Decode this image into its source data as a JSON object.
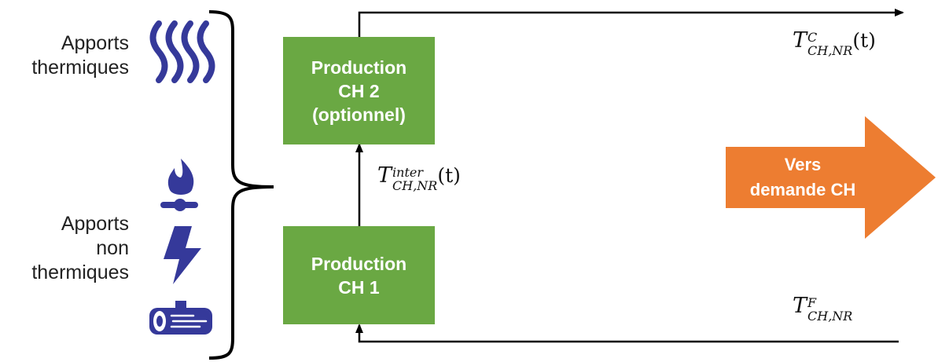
{
  "inputs": {
    "thermal_label_l1": "Apports",
    "thermal_label_l2": "thermiques",
    "nonthermal_label_l1": "Apports",
    "nonthermal_label_l2": "non",
    "nonthermal_label_l3": "thermiques"
  },
  "boxes": {
    "prod2": {
      "l1": "Production",
      "l2": "CH 2",
      "l3": "(optionnel)"
    },
    "prod1": {
      "l1": "Production",
      "l2": "CH 1"
    }
  },
  "temps": {
    "hot": {
      "T": "T",
      "sup": "C",
      "sub": "CH,NR",
      "arg": "(t)"
    },
    "inter": {
      "T": "T",
      "sup": "inter",
      "sub": "CH,NR",
      "arg": "(t)"
    },
    "cold": {
      "T": "T",
      "sup": "F",
      "sub": "CH,NR"
    }
  },
  "output": {
    "l1": "Vers",
    "l2": "demande CH"
  },
  "icons": [
    "heat-waves-icon",
    "gas-flame-icon",
    "lightning-icon",
    "wood-log-icon"
  ],
  "colors": {
    "box": "#6aa843",
    "arrow": "#ed7d31",
    "icon": "#35399a"
  }
}
